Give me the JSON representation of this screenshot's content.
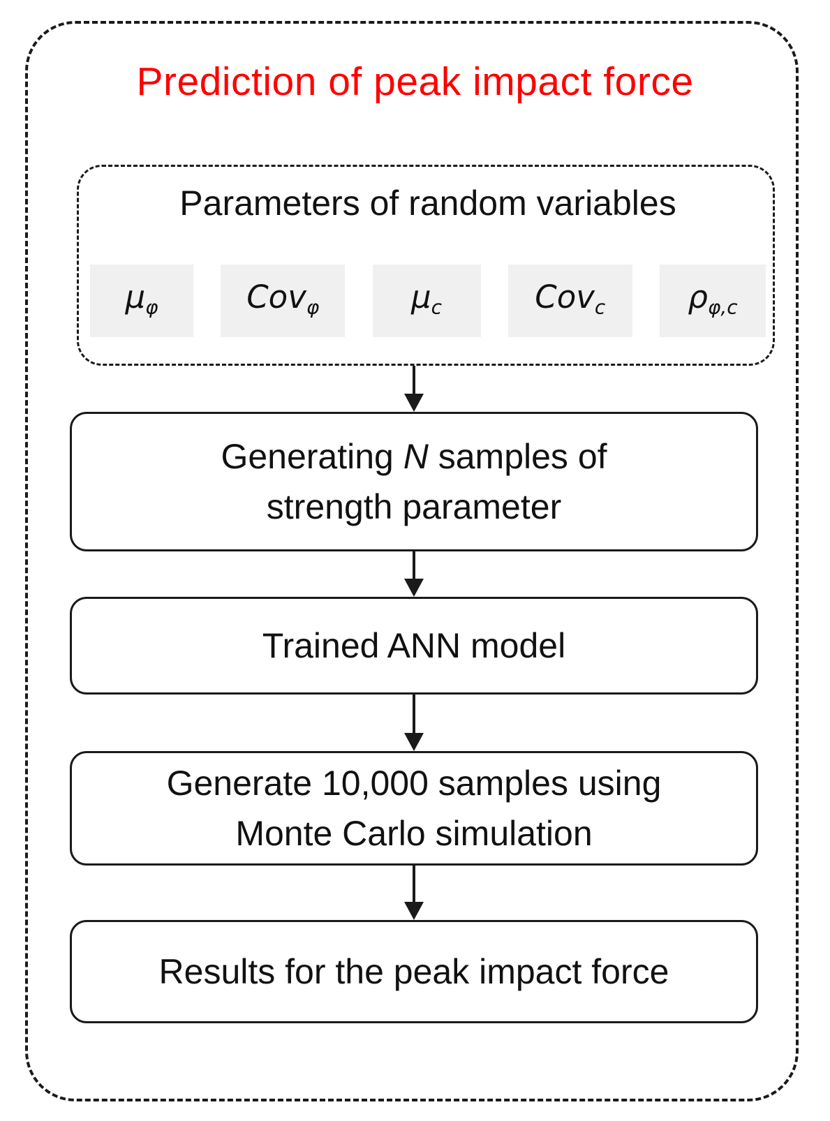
{
  "diagram": {
    "title": "Prediction of peak impact force",
    "title_color": "#ff0000",
    "frame_style": "dashed-rounded"
  },
  "params_group": {
    "heading": "Parameters of random variables",
    "border_style": "dashed-rounded",
    "chips": [
      {
        "name": "mu-phi",
        "base": "μ",
        "sub": "φ"
      },
      {
        "name": "cov-phi",
        "base": "Cov",
        "sub": "φ"
      },
      {
        "name": "mu-c",
        "base": "μ",
        "sub": "c"
      },
      {
        "name": "cov-c",
        "base": "Cov",
        "sub": "c"
      },
      {
        "name": "rho-phi-c",
        "base": "ρ",
        "sub": "φ,c"
      }
    ],
    "chip_bg": "#f0f0f0"
  },
  "steps": [
    {
      "id": "generate-samples",
      "line1_a": "Generating ",
      "line1_em": "N",
      "line1_b": " samples of",
      "line2": "strength parameter"
    },
    {
      "id": "trained-ann",
      "line1": "Trained ANN model"
    },
    {
      "id": "monte-carlo",
      "line1": "Generate 10,000 samples using",
      "line2": "Monte Carlo simulation"
    },
    {
      "id": "results",
      "line1": "Results for the peak impact force"
    }
  ],
  "connectors": [
    {
      "name": "arrow-params-to-generate"
    },
    {
      "name": "arrow-generate-to-ann"
    },
    {
      "name": "arrow-ann-to-mc"
    },
    {
      "name": "arrow-mc-to-results"
    }
  ]
}
